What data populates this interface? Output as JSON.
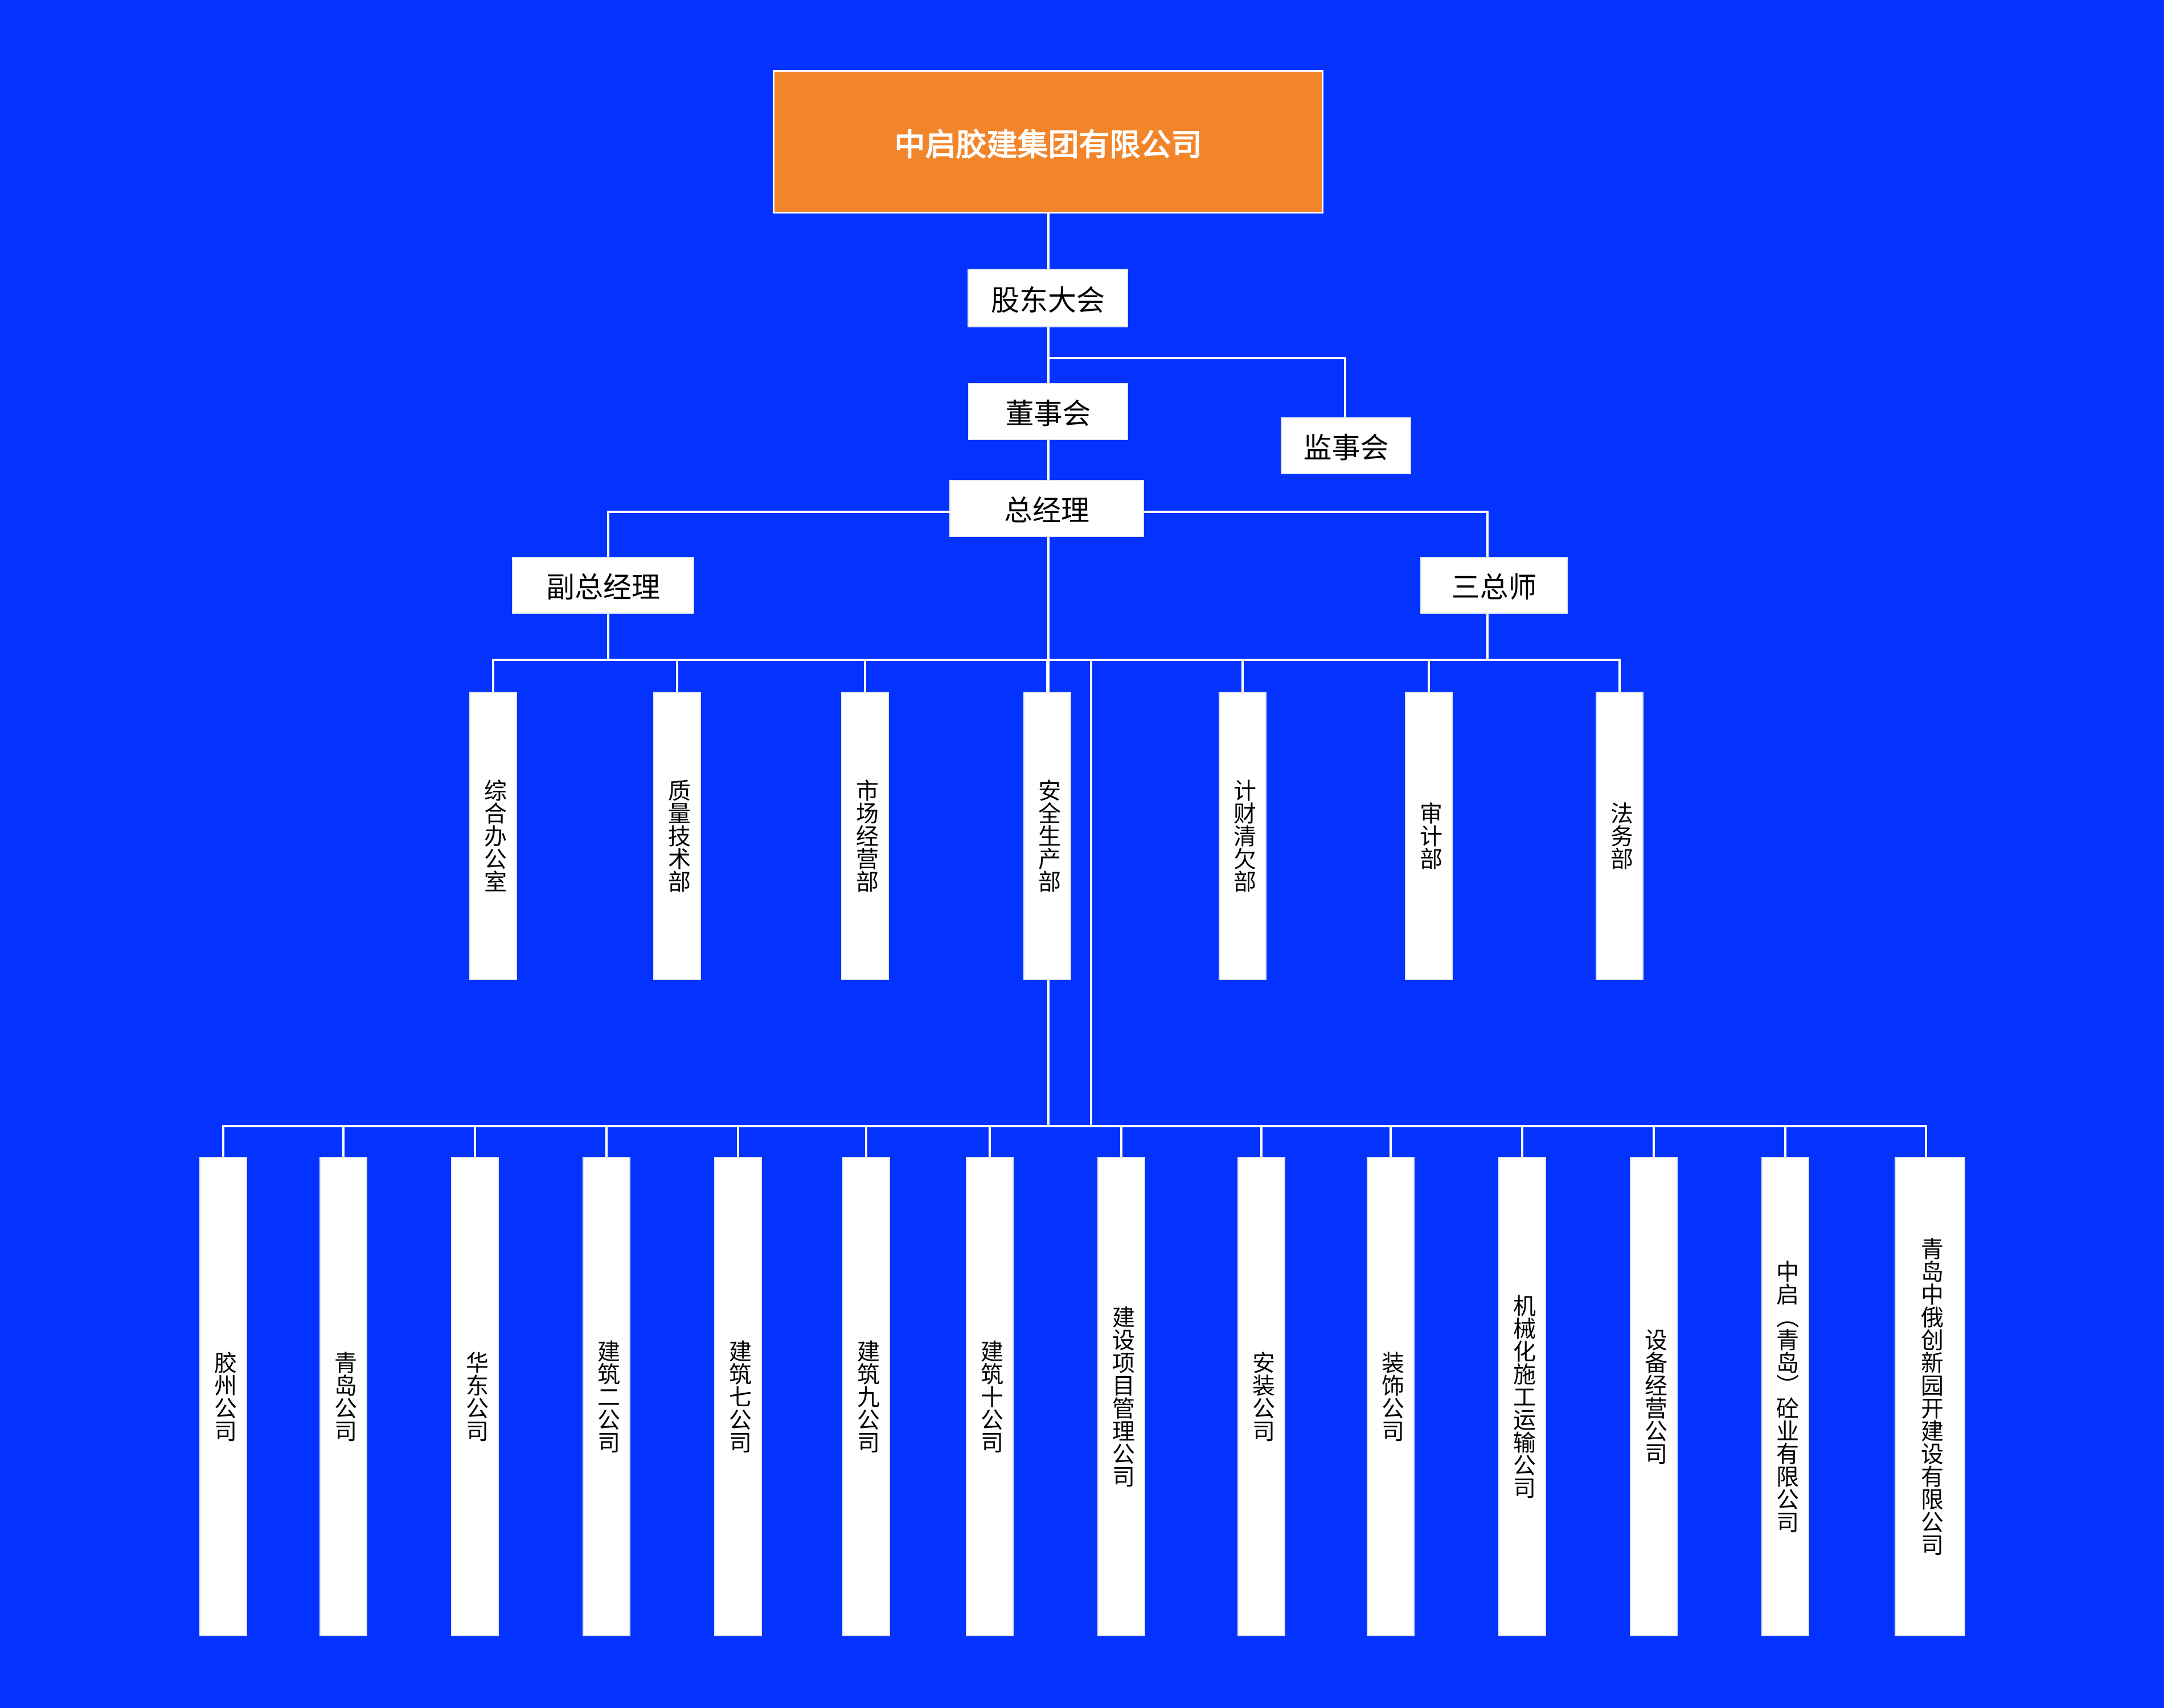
{
  "title": "中启胶建集团有限公司",
  "governance": {
    "shareholders": "股东大会",
    "board": "董事会",
    "supervisors": "监事会",
    "general_manager": "总经理",
    "deputy_gm": "副总经理",
    "chief_engineers": "三总师"
  },
  "departments": [
    "综合办公室",
    "质量技术部",
    "市场经营部",
    "安全生产部",
    "计财清欠部",
    "审计部",
    "法务部"
  ],
  "companies": [
    "胶州公司",
    "青岛公司",
    "华东公司",
    "建筑二公司",
    "建筑七公司",
    "建筑九公司",
    "建筑十公司",
    "建设项目管理公司",
    "安装公司",
    "装饰公司",
    "机械化施工运输公司",
    "设备经营公司",
    "中启（青岛）砼业有限公司",
    "青岛中俄创新园开建设有限公司"
  ],
  "colors": {
    "background": "#0433FF",
    "root_fill": "#F2852A",
    "box_fill": "#FFFFFF",
    "line": "#FFFFFF"
  }
}
